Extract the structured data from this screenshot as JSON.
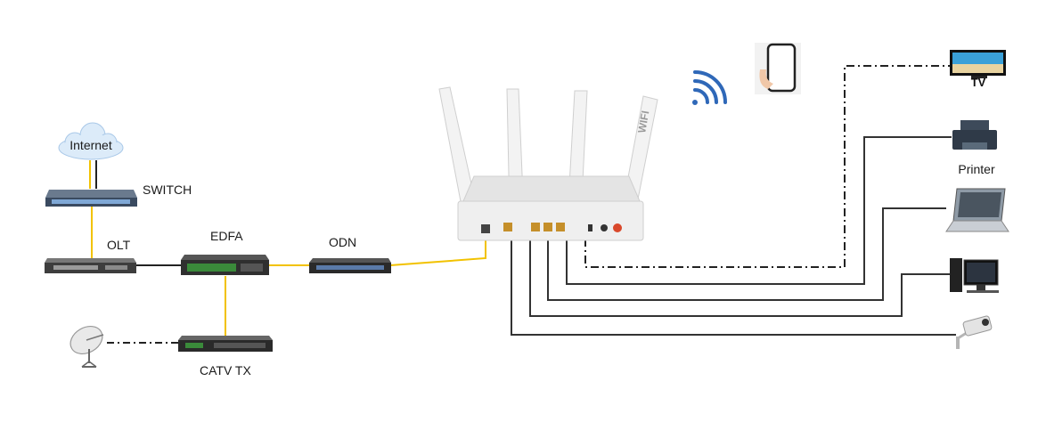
{
  "labels": {
    "internet": "Internet",
    "switch": "SWITCH",
    "olt": "OLT",
    "edfa": "EDFA",
    "odn": "ODN",
    "catv_tx": "CATV TX",
    "tv": "TV",
    "printer": "Printer",
    "wifi": "WIFI"
  },
  "colors": {
    "fiber": "#f2c200",
    "ethernet": "#333333",
    "wifi_waves": "#2f68b8",
    "router_body": "#efefef",
    "cloud": "#dcebf9"
  }
}
